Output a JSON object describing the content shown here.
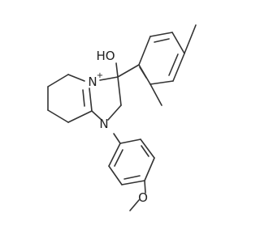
{
  "atoms": {
    "hydroxyl": "HO",
    "iminium_nitrogen": "N",
    "iminium_charge": "+",
    "amine_nitrogen": "N",
    "methoxy_oxygen": "O"
  }
}
